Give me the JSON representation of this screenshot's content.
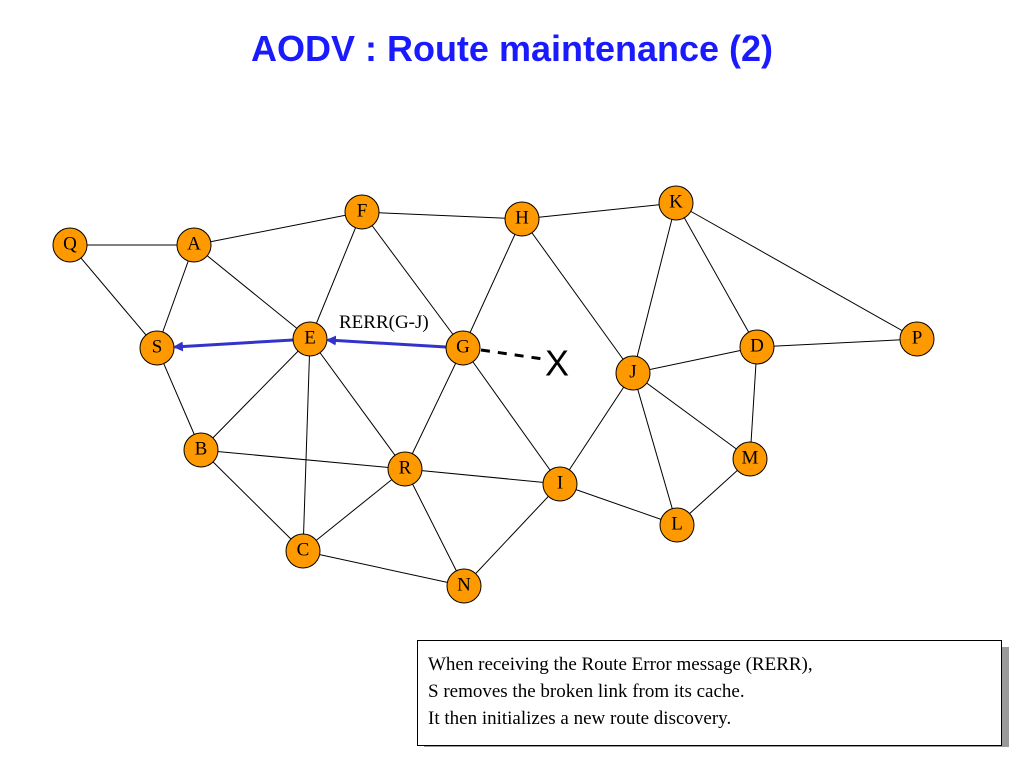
{
  "title": "AODV : Route maintenance (2)",
  "colors": {
    "title": "#1a1aff",
    "node_fill": "#ff9900",
    "rerr_arrow": "#3333cc"
  },
  "nodes": [
    {
      "id": "Q"
    },
    {
      "id": "A"
    },
    {
      "id": "F"
    },
    {
      "id": "H"
    },
    {
      "id": "K"
    },
    {
      "id": "S"
    },
    {
      "id": "E"
    },
    {
      "id": "G"
    },
    {
      "id": "J"
    },
    {
      "id": "D"
    },
    {
      "id": "P"
    },
    {
      "id": "B"
    },
    {
      "id": "R"
    },
    {
      "id": "I"
    },
    {
      "id": "M"
    },
    {
      "id": "C"
    },
    {
      "id": "N"
    },
    {
      "id": "L"
    }
  ],
  "edges": [
    [
      "Q",
      "A"
    ],
    [
      "Q",
      "S"
    ],
    [
      "A",
      "S"
    ],
    [
      "A",
      "F"
    ],
    [
      "A",
      "E"
    ],
    [
      "S",
      "B"
    ],
    [
      "F",
      "H"
    ],
    [
      "F",
      "E"
    ],
    [
      "F",
      "G"
    ],
    [
      "H",
      "K"
    ],
    [
      "H",
      "G"
    ],
    [
      "H",
      "J"
    ],
    [
      "K",
      "J"
    ],
    [
      "K",
      "D"
    ],
    [
      "K",
      "P"
    ],
    [
      "E",
      "B"
    ],
    [
      "E",
      "C"
    ],
    [
      "E",
      "R"
    ],
    [
      "G",
      "R"
    ],
    [
      "G",
      "I"
    ],
    [
      "J",
      "D"
    ],
    [
      "J",
      "I"
    ],
    [
      "J",
      "M"
    ],
    [
      "J",
      "L"
    ],
    [
      "D",
      "P"
    ],
    [
      "D",
      "M"
    ],
    [
      "B",
      "R"
    ],
    [
      "B",
      "C"
    ],
    [
      "R",
      "I"
    ],
    [
      "R",
      "C"
    ],
    [
      "R",
      "N"
    ],
    [
      "C",
      "N"
    ],
    [
      "N",
      "I"
    ],
    [
      "I",
      "L"
    ],
    [
      "M",
      "L"
    ]
  ],
  "rerr_path": [
    "G",
    "E",
    "S"
  ],
  "rerr_label": "RERR(G-J)",
  "broken_link": {
    "from": "G",
    "label": "X"
  },
  "note": {
    "lines": [
      "When receiving the Route Error message (RERR),",
      "S removes the broken link from its cache.",
      "It then initializes a new route discovery."
    ]
  }
}
